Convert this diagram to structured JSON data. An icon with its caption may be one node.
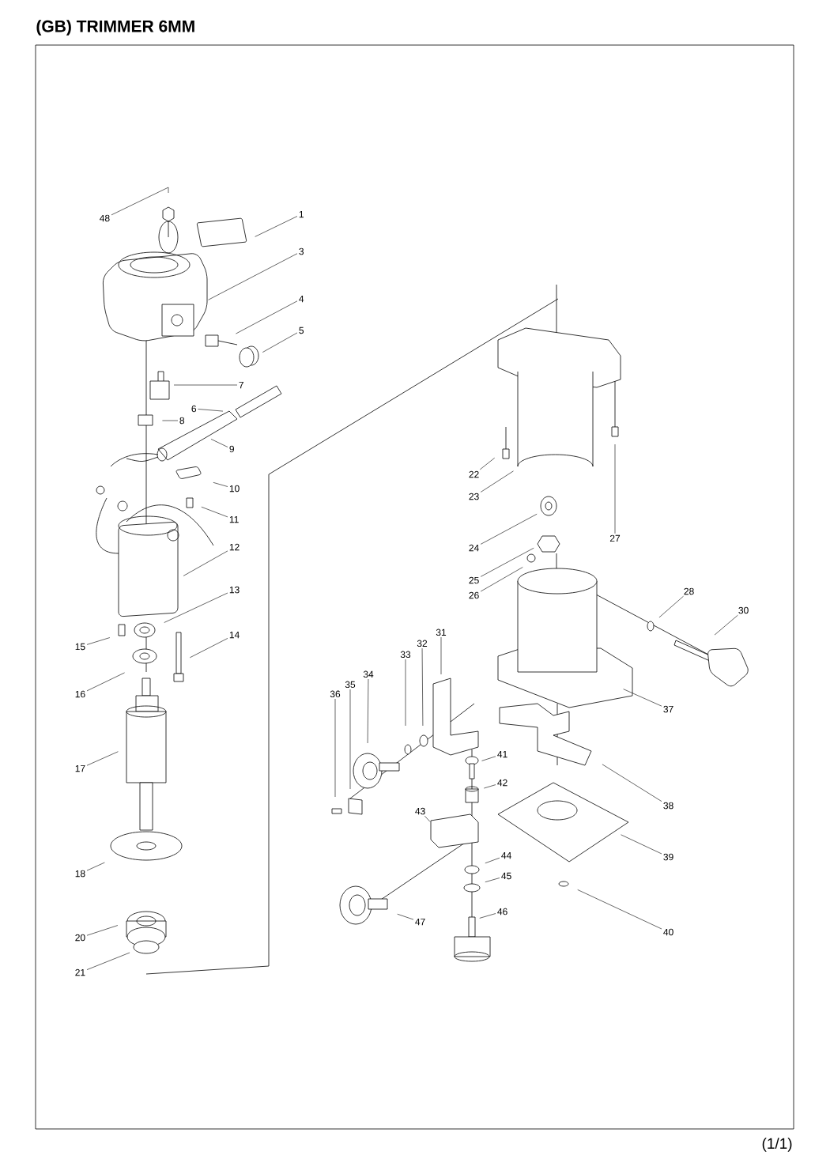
{
  "diagram": {
    "title": "(GB) TRIMMER 6MM",
    "nodes": [
      {
        "text": [
          "1"
        ]
      },
      {
        "text": [
          "3"
        ]
      },
      {
        "text": [
          "4"
        ]
      },
      {
        "text": [
          "5"
        ]
      },
      {
        "text": [
          "6"
        ]
      },
      {
        "text": [
          "7"
        ]
      },
      {
        "text": [
          "8"
        ]
      },
      {
        "text": [
          "9"
        ]
      },
      {
        "text": [
          "10"
        ]
      },
      {
        "text": [
          "11"
        ]
      },
      {
        "text": [
          "12"
        ]
      },
      {
        "text": [
          "13"
        ]
      },
      {
        "text": [
          "14"
        ]
      },
      {
        "text": [
          "15"
        ]
      },
      {
        "text": [
          "16"
        ]
      },
      {
        "text": [
          "17"
        ]
      },
      {
        "text": [
          "18"
        ]
      },
      {
        "text": [
          "20"
        ]
      },
      {
        "text": [
          "21"
        ]
      },
      {
        "text": [
          "22"
        ]
      },
      {
        "text": [
          "23"
        ]
      },
      {
        "text": [
          "24"
        ]
      },
      {
        "text": [
          "25"
        ]
      },
      {
        "text": [
          "26"
        ]
      },
      {
        "text": [
          "27"
        ]
      },
      {
        "text": [
          "28"
        ]
      },
      {
        "text": [
          "30"
        ]
      },
      {
        "text": [
          "31"
        ]
      },
      {
        "text": [
          "32"
        ]
      },
      {
        "text": [
          "33"
        ]
      },
      {
        "text": [
          "34"
        ]
      },
      {
        "text": [
          "35"
        ]
      },
      {
        "text": [
          "36"
        ]
      },
      {
        "text": [
          "37"
        ]
      },
      {
        "text": [
          "38"
        ]
      },
      {
        "text": [
          "39"
        ]
      },
      {
        "text": [
          "40"
        ]
      },
      {
        "text": [
          "41"
        ]
      },
      {
        "text": [
          "42"
        ]
      },
      {
        "text": [
          "43"
        ]
      },
      {
        "text": [
          "44"
        ]
      },
      {
        "text": [
          "45"
        ]
      },
      {
        "text": [
          "46"
        ]
      },
      {
        "text": [
          "47"
        ]
      },
      {
        "text": [
          "48"
        ]
      }
    ],
    "edges": [
      {
        "from": 0,
        "to": null,
        "arrow": "none"
      },
      {
        "from": 1,
        "to": null,
        "arrow": "none"
      },
      {
        "from": 2,
        "to": null,
        "arrow": "none"
      },
      {
        "from": 3,
        "to": null,
        "arrow": "none"
      },
      {
        "from": 4,
        "to": null,
        "arrow": "none"
      },
      {
        "from": 5,
        "to": null,
        "arrow": "none"
      },
      {
        "from": 6,
        "to": null,
        "arrow": "none"
      },
      {
        "from": 7,
        "to": null,
        "arrow": "none"
      },
      {
        "from": 8,
        "to": null,
        "arrow": "none"
      },
      {
        "from": 9,
        "to": null,
        "arrow": "none"
      },
      {
        "from": 10,
        "to": null,
        "arrow": "none"
      },
      {
        "from": 11,
        "to": null,
        "arrow": "none"
      },
      {
        "from": 12,
        "to": null,
        "arrow": "none"
      },
      {
        "from": 13,
        "to": null,
        "arrow": "none"
      },
      {
        "from": 14,
        "to": null,
        "arrow": "none"
      },
      {
        "from": 15,
        "to": null,
        "arrow": "none"
      },
      {
        "from": 16,
        "to": null,
        "arrow": "none"
      },
      {
        "from": 17,
        "to": null,
        "arrow": "none"
      },
      {
        "from": 18,
        "to": null,
        "arrow": "none"
      },
      {
        "from": 19,
        "to": null,
        "arrow": "none"
      },
      {
        "from": 20,
        "to": null,
        "arrow": "none"
      },
      {
        "from": 21,
        "to": null,
        "arrow": "none"
      },
      {
        "from": 22,
        "to": null,
        "arrow": "none"
      },
      {
        "from": 23,
        "to": null,
        "arrow": "none"
      },
      {
        "from": 24,
        "to": null,
        "arrow": "none"
      },
      {
        "from": 25,
        "to": null,
        "arrow": "none"
      },
      {
        "from": 26,
        "to": null,
        "arrow": "none"
      },
      {
        "from": 27,
        "to": null,
        "arrow": "none"
      },
      {
        "from": 28,
        "to": null,
        "arrow": "none"
      },
      {
        "from": 29,
        "to": null,
        "arrow": "none"
      },
      {
        "from": 30,
        "to": null,
        "arrow": "none"
      },
      {
        "from": 31,
        "to": null,
        "arrow": "none"
      },
      {
        "from": 32,
        "to": null,
        "arrow": "none"
      },
      {
        "from": 33,
        "to": null,
        "arrow": "none"
      },
      {
        "from": 34,
        "to": null,
        "arrow": "none"
      },
      {
        "from": 35,
        "to": null,
        "arrow": "none"
      },
      {
        "from": 36,
        "to": null,
        "arrow": "none"
      },
      {
        "from": 37,
        "to": null,
        "arrow": "none"
      },
      {
        "from": 38,
        "to": null,
        "arrow": "none"
      },
      {
        "from": 39,
        "to": null,
        "arrow": "none"
      },
      {
        "from": 40,
        "to": null,
        "arrow": "none"
      },
      {
        "from": 41,
        "to": null,
        "arrow": "none"
      },
      {
        "from": 42,
        "to": null,
        "arrow": "none"
      },
      {
        "from": 43,
        "to": null,
        "arrow": "none"
      },
      {
        "from": 44,
        "to": null,
        "arrow": "none"
      }
    ],
    "labels": [
      "(1/1)"
    ]
  }
}
